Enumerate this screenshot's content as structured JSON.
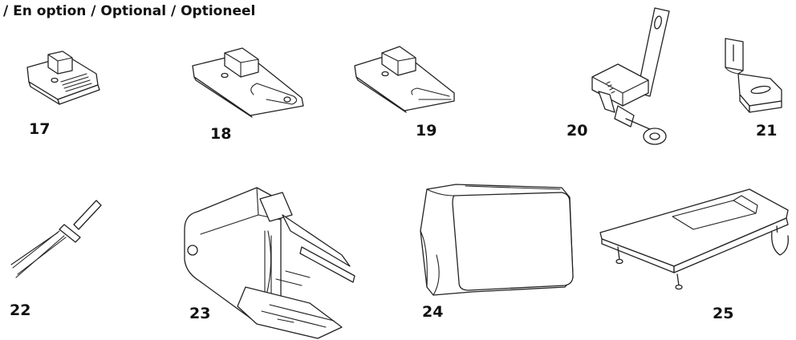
{
  "heading": "/ En option / Optional / Optioneel",
  "accessories": [
    {
      "number": "17",
      "icon": "presser-foot-icon"
    },
    {
      "number": "18",
      "icon": "hemmer-foot-icon"
    },
    {
      "number": "19",
      "icon": "zipper-foot-icon"
    },
    {
      "number": "20",
      "icon": "quilting-guide-foot-icon"
    },
    {
      "number": "21",
      "icon": "blind-stitch-foot-icon"
    },
    {
      "number": "22",
      "icon": "twin-needle-icon"
    },
    {
      "number": "23",
      "icon": "walking-foot-icon"
    },
    {
      "number": "24",
      "icon": "dust-cover-icon"
    },
    {
      "number": "25",
      "icon": "extension-table-icon"
    }
  ]
}
